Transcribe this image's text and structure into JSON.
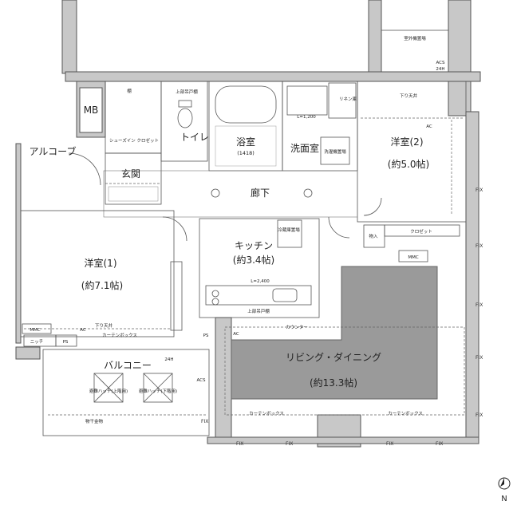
{
  "rooms": {
    "alcove": "アルコーブ",
    "mb": "MB",
    "entrance": "玄関",
    "toilet": "トイレ",
    "bath": "浴室",
    "bath_size": "(1418)",
    "washroom": "洗面室",
    "hallway": "廊下",
    "western2": "洋室(2)",
    "western2_size": "(約5.0帖)",
    "western1": "洋室(1)",
    "western1_size": "(約7.1帖)",
    "kitchen": "キッチン",
    "kitchen_size": "(約3.4帖)",
    "living": "リビング・ダイニング",
    "living_size": "(約13.3帖)",
    "balcony": "バルコニー"
  },
  "labels": {
    "shoes_closet": "シューズイン\nクロゼット",
    "shelf": "棚",
    "upper_cabinet": "上部吊戸棚",
    "linen": "リネン庫",
    "washer": "洗濯機置場",
    "lowered_ceiling": "下り天井",
    "ac": "AC",
    "curtain_box": "カーテンボックス",
    "closet": "クロゼット",
    "storage": "物入",
    "mmc": "MMC",
    "fridge": "冷蔵庫置場",
    "counter": "カウンター",
    "niche": "ニッチ",
    "ps": "PS",
    "evac_hatch_up": "避難ハッチ(上階用)",
    "evac_hatch_down": "避難ハッチ(下階用)",
    "drying_hardware": "物干金物",
    "outdoor_unit": "室外機置場",
    "fix": "FIX",
    "north": "N",
    "l1200": "L=1,200",
    "l2400": "L=2,400",
    "acs": "ACS",
    "h24": "24H"
  },
  "colors": {
    "wall": "#c8c8c8",
    "living_floor": "#9a9a9a",
    "line": "#555555"
  }
}
